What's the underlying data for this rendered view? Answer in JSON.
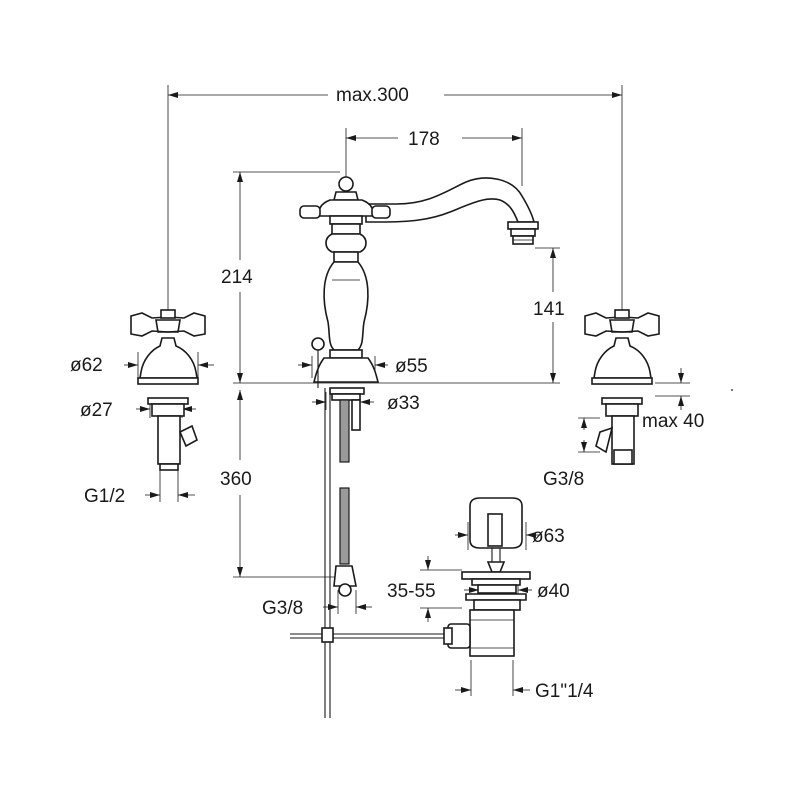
{
  "dimensions": {
    "overall_width": "max.300",
    "spout_reach": "178",
    "spout_height": "214",
    "outlet_height": "141",
    "handle_base_diameter": "ø62",
    "handle_shank_diameter": "ø27",
    "handle_thread": "G1/2",
    "mixer_base_diameter": "ø55",
    "mixer_shank_diameter": "ø33",
    "hose_length": "360",
    "hose_thread": "G3/8",
    "deck_thickness": "max 40",
    "right_inlet_thread": "G3/8",
    "waste_knob_diameter": "ø63",
    "waste_adjust_range": "35-55",
    "waste_flange_diameter": "ø40",
    "waste_thread": "G1\"1/4"
  }
}
